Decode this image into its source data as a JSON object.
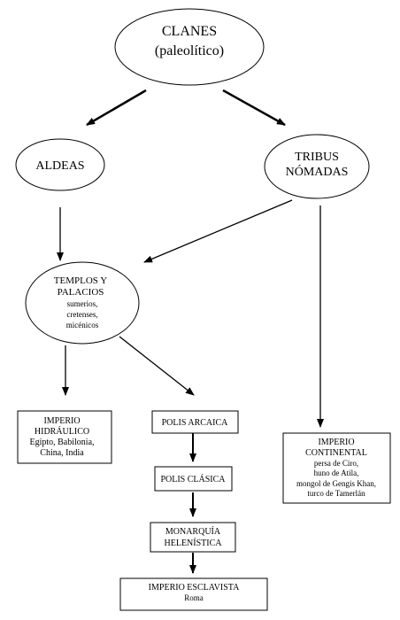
{
  "nodes": {
    "clanes": {
      "lines": [
        "CLANES",
        "(paleolítico)"
      ]
    },
    "aldeas": {
      "lines": [
        "ALDEAS"
      ]
    },
    "tribus": {
      "lines": [
        "TRIBUS",
        "NÓMADAS"
      ]
    },
    "templos": {
      "title": [
        "TEMPLOS Y",
        "PALACIOS"
      ],
      "lines": [
        "sumerios,",
        "cretenses,",
        "micénicos"
      ]
    },
    "imperio_hidraulico": {
      "title": [
        "IMPERIO",
        "HIDRÁULICO"
      ],
      "lines": [
        "Egipto, Babilonia,",
        "China, India"
      ]
    },
    "polis_arcaica": {
      "lines": [
        "POLIS ARCAICA"
      ]
    },
    "polis_clasica": {
      "lines": [
        "POLIS CLÁSICA"
      ]
    },
    "monarquia": {
      "lines": [
        "MONARQUÍA",
        "HELENÍSTICA"
      ]
    },
    "imperio_esclavista": {
      "title": [
        "IMPERIO ESCLAVISTA"
      ],
      "lines": [
        "Roma"
      ]
    },
    "imperio_continental": {
      "title": [
        "IMPERIO",
        "CONTINENTAL"
      ],
      "lines": [
        "persa de Ciro,",
        "huno de Atila,",
        "mongol de Gengis Khan,",
        "turco de Tamerlán"
      ]
    }
  }
}
